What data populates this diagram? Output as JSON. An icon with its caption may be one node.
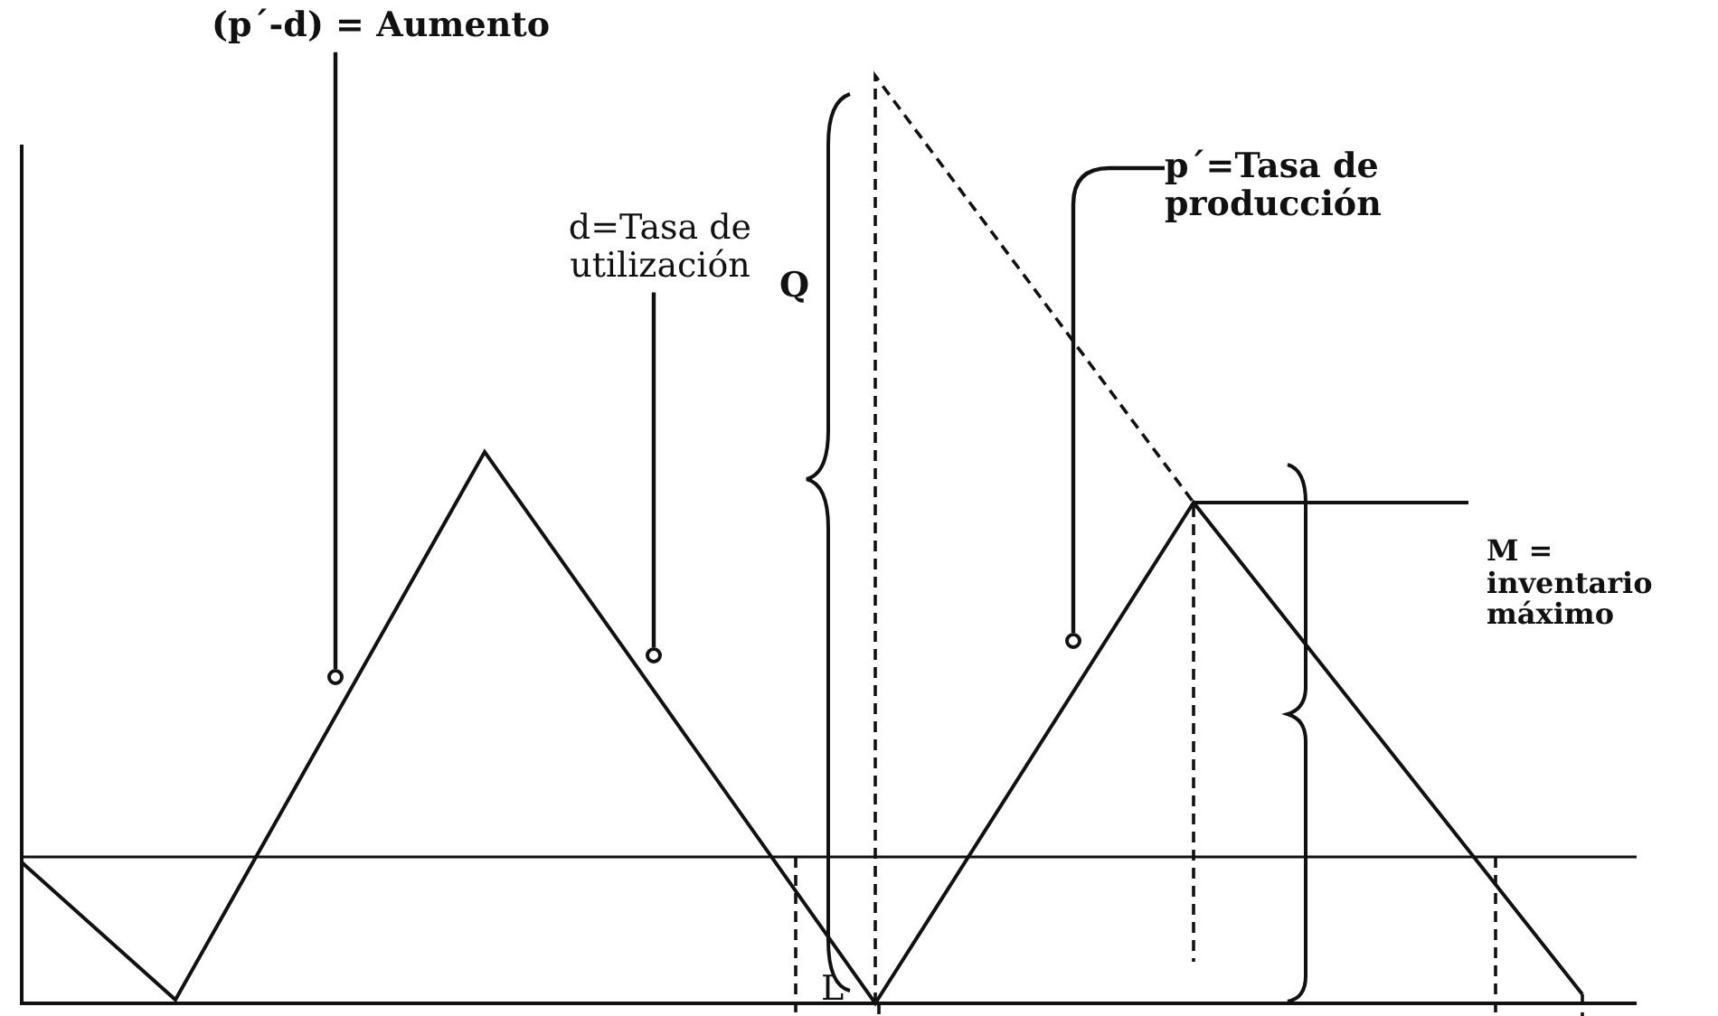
{
  "diagram": {
    "nodes": [
      {
        "text": [
          "(p´-d) = Aumento"
        ]
      },
      {
        "text": [
          "d=Tasa de utilización"
        ]
      },
      {
        "text": [
          "p´=Tasa de producción"
        ]
      },
      {
        "text": [],
        "shape": "circle"
      },
      {
        "text": [],
        "shape": "circle"
      },
      {
        "text": [],
        "shape": "circle"
      }
    ],
    "edges": [
      {
        "from": 0,
        "to": 3,
        "arrow": "none"
      },
      {
        "from": 1,
        "to": 4,
        "arrow": "none"
      },
      {
        "from": 2,
        "to": 5,
        "arrow": "none"
      }
    ],
    "labels": [
      "Q",
      "M = inventario máximo",
      "L"
    ]
  }
}
